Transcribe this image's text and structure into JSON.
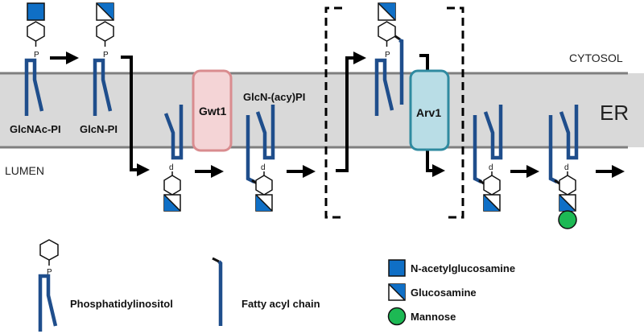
{
  "regions": {
    "cytosol": "CYTOSOL",
    "lumen": "LUMEN",
    "er": "ER"
  },
  "enzymes": {
    "gwt1": "Gwt1",
    "arv1": "Arv1"
  },
  "molecule_labels": {
    "glcnac_pi": "GlcNAc-PI",
    "glcn_pi": "GlcN-PI",
    "glcn_acy_pi": "GlcN-(acy)PI"
  },
  "phosphate_label": "P",
  "legend": {
    "pi": "Phosphatidylinositol",
    "fatty_acyl": "Fatty acyl chain",
    "glcnac": "N-acetylglucosamine",
    "glucosamine": "Glucosamine",
    "mannose": "Mannose"
  },
  "colors": {
    "membrane": "#d9d9d9",
    "membrane_edge": "#7f7f7f",
    "chain": "#1f4e8c",
    "sugar_blue": "#0f6fc6",
    "mannose_green": "#1db954",
    "gwt1_fill": "#f4d4d6",
    "gwt1_edge": "#d98c8f",
    "arv1_fill": "#b9dde6",
    "arv1_edge": "#2f8aa0"
  }
}
